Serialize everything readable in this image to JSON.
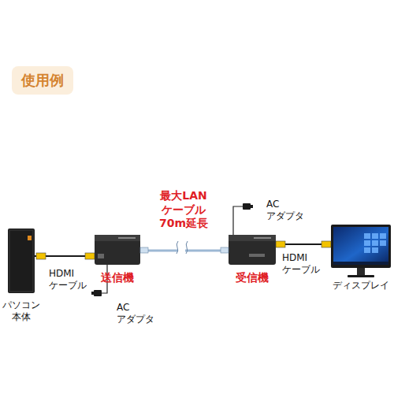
{
  "diagram": {
    "title": "使用例",
    "nodes": [
      {
        "text": [
          "パソコン 本体"
        ]
      },
      {
        "text": [
          "送信機"
        ]
      },
      {
        "text": [
          "受信機"
        ]
      },
      {
        "text": [
          "ディスプレイ"
        ]
      }
    ],
    "edges": [
      {
        "from": 0,
        "to": 1,
        "arrow": "none",
        "label": "HDMI ケーブル"
      },
      {
        "from": 1,
        "to": 2,
        "arrow": "none",
        "label": "最大LAN ケーブル 70m延長"
      },
      {
        "from": 2,
        "to": 3,
        "arrow": "none",
        "label": "HDMI ケーブル"
      }
    ],
    "labels": [
      "AC アダプタ",
      "AC アダプタ"
    ]
  }
}
